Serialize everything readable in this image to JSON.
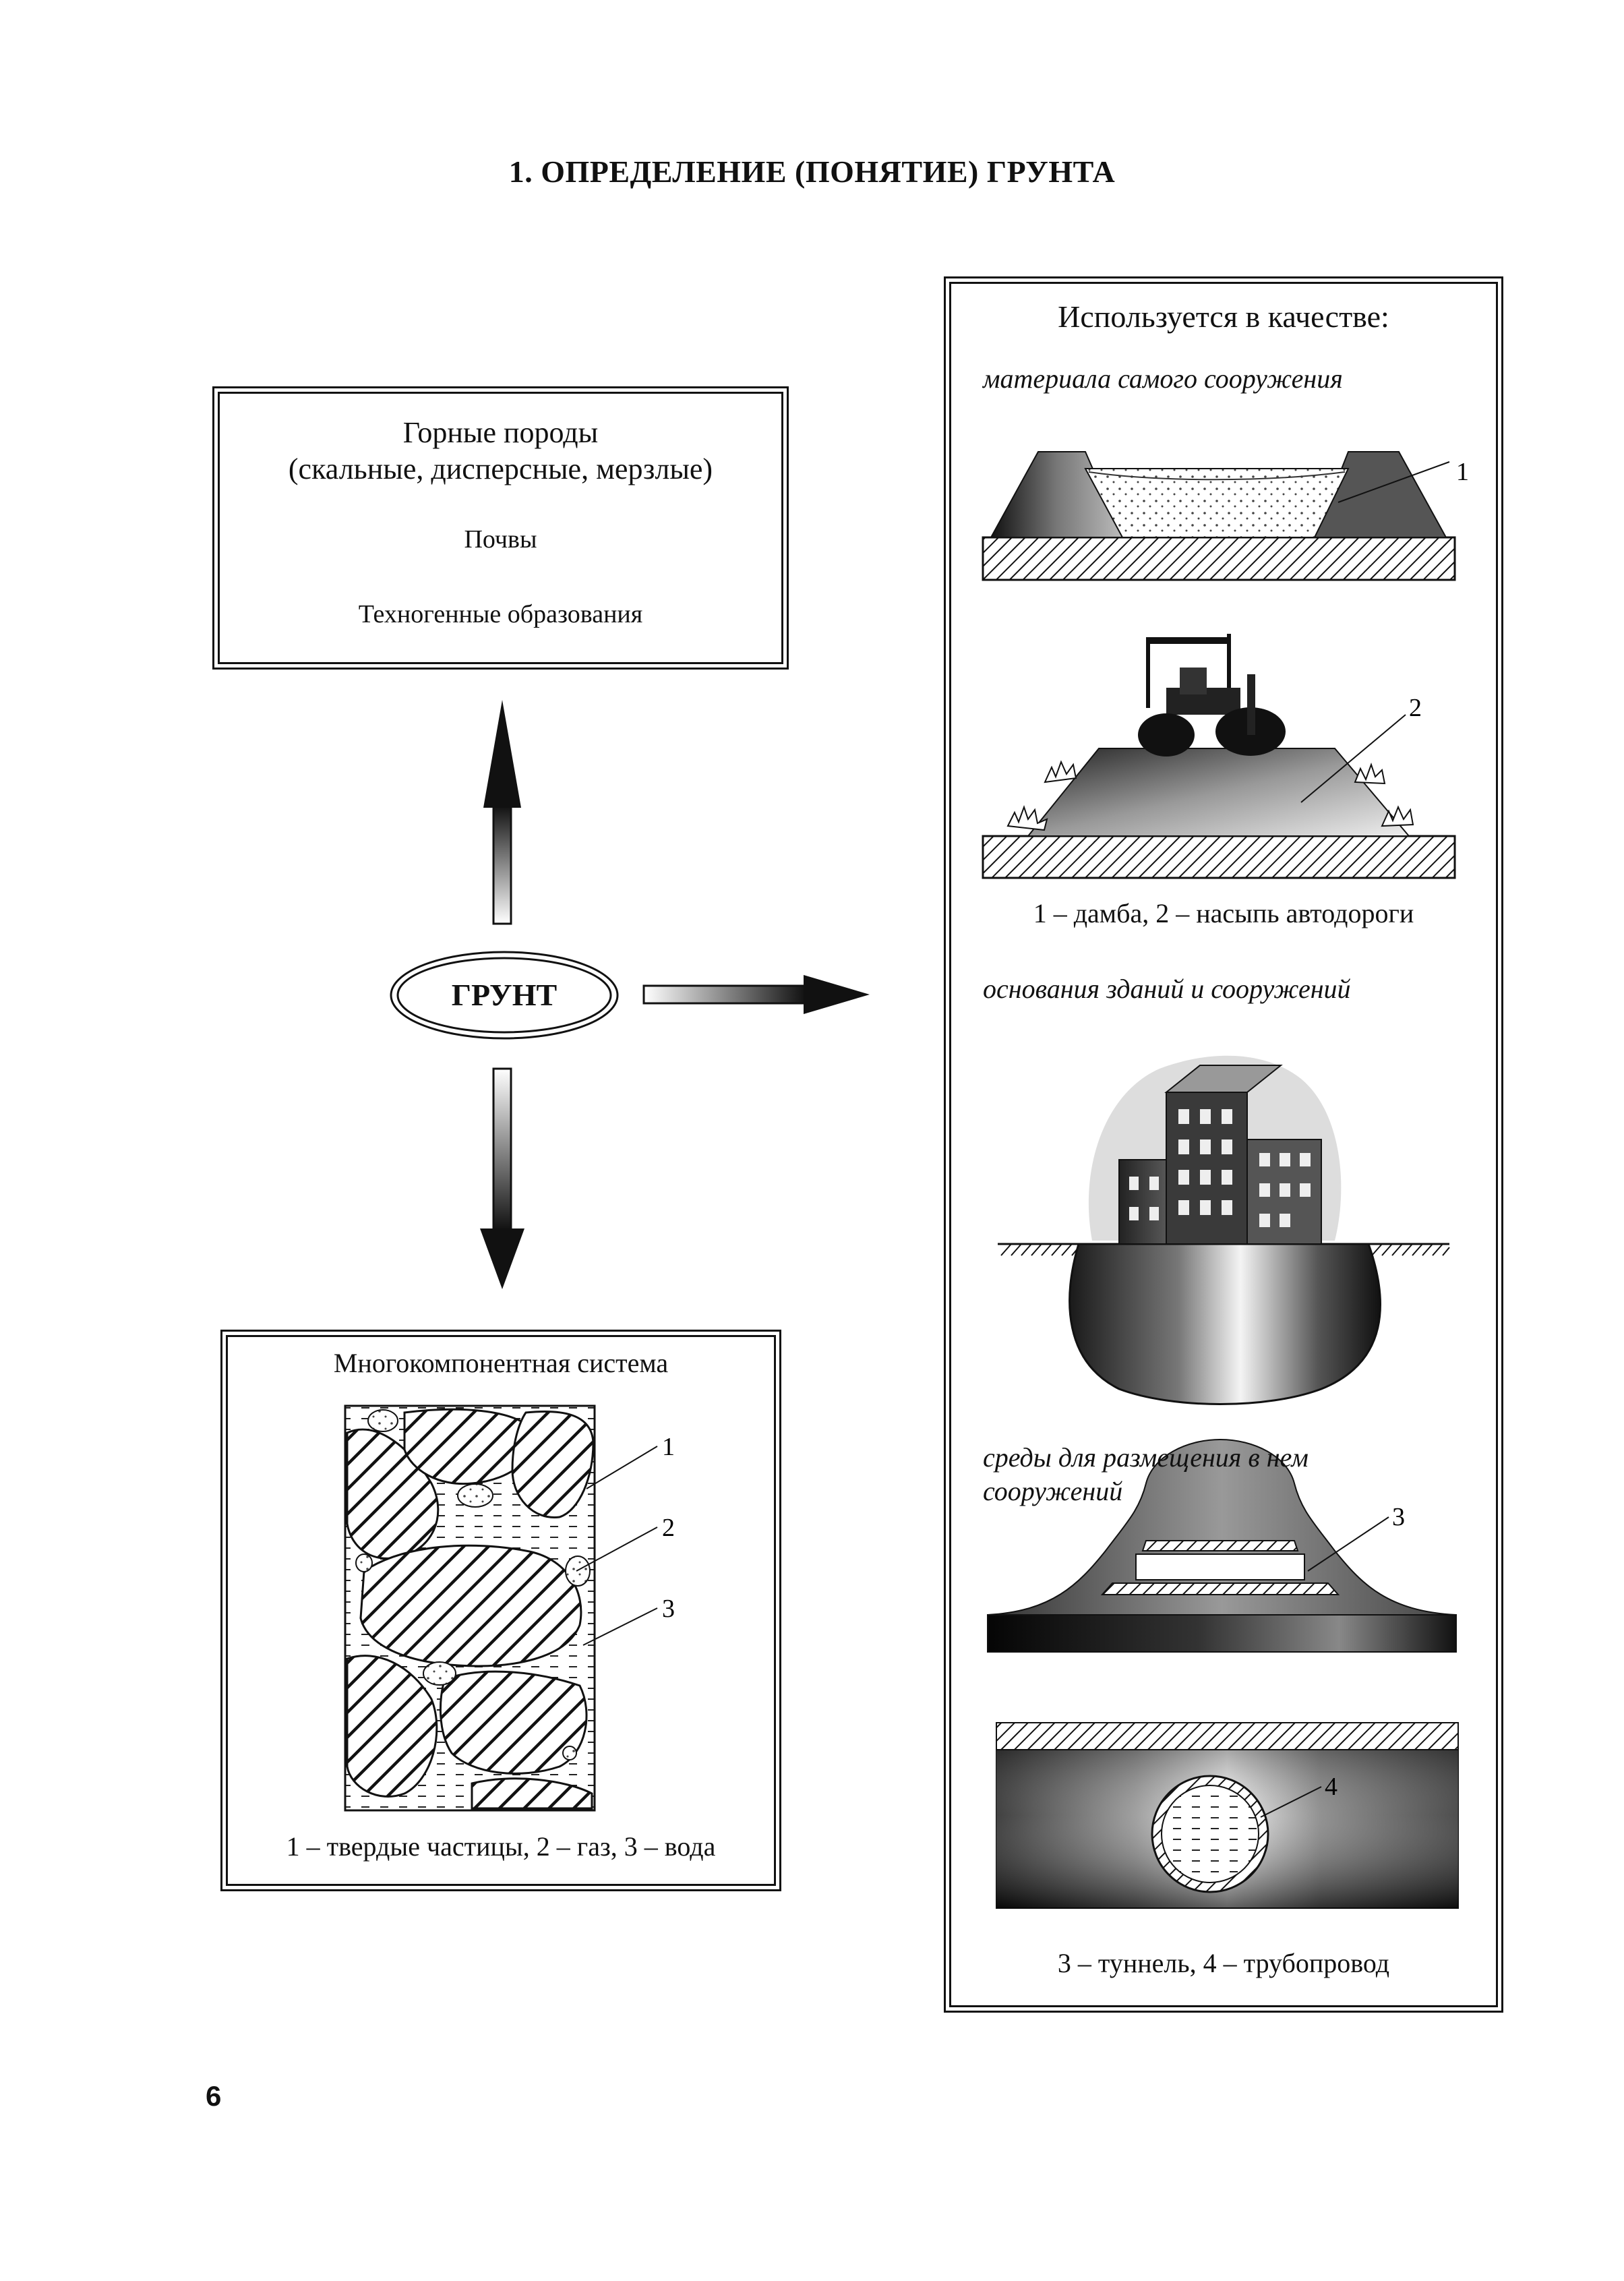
{
  "page": {
    "title": "1. ОПРЕДЕЛЕНИЕ (ПОНЯТИЕ) ГРУНТА",
    "page_number": "6"
  },
  "central": {
    "label": "ГРУНТ"
  },
  "rocks_box": {
    "line1": "Горные породы",
    "line2": "(скальные, дисперсные, мерзлые)",
    "soils": "Почвы",
    "technogenic": "Техногенные образования"
  },
  "system_box": {
    "heading": "Многокомпонентная система",
    "labels": [
      "1",
      "2",
      "3"
    ],
    "caption": "1 – твердые частицы, 2 – газ, 3 – вода"
  },
  "usage_box": {
    "heading": "Используется в качестве:",
    "section1": "материала самого сооружения",
    "label1": "1",
    "label2": "2",
    "caption1": "1 – дамба, 2 – насыпь автодороги",
    "section2": "основания зданий и сооружений",
    "section3_line1": "среды для размещения в нем",
    "section3_line2": "сооружений",
    "label3": "3",
    "label4": "4",
    "caption3": "3 – туннель, 4 – трубопровод"
  }
}
